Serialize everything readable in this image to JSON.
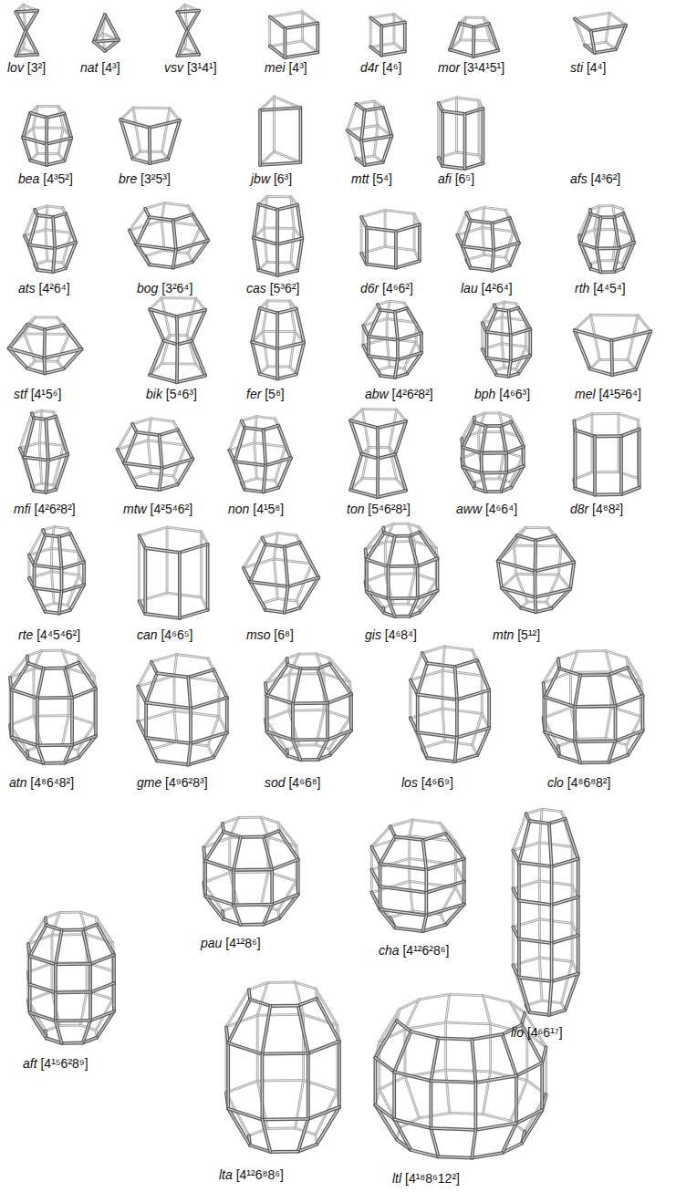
{
  "diagram": {
    "labels": [
      "lov [3²]",
      "nat [4³]",
      "vsv [3¹4¹]",
      "mei [4³]",
      "d4r [4⁶]",
      "mor [3¹4¹5¹]",
      "sti [4⁴]",
      "bea [4³5²]",
      "bre [3²5³]",
      "jbw [6³]",
      "mtt [5⁴]",
      "afi [6⁵]",
      "afs [4³6²]",
      "ats [4²6⁴]",
      "bog [3²6⁴]",
      "cas [5³6²]",
      "d6r [4⁶6²]",
      "lau [4²6⁴]",
      "rth [4⁴5⁴]",
      "stf [4¹5⁶]",
      "bik [5⁴6³]",
      "fer [5⁸]",
      "abw [4²6²8²]",
      "bph [4⁶6³]",
      "mel [4¹5²6⁴]",
      "mfi [4²6²8²]",
      "mtw [4²5⁴6²]",
      "non [4¹5⁸]",
      "ton [5⁴6²8¹]",
      "aww [4⁶6⁴]",
      "d8r [4⁸8²]",
      "rte [4⁴5⁴6²]",
      "can [4⁶6⁵]",
      "mso [6⁸]",
      "gis [4⁶8⁴]",
      "mtn [5¹²]",
      "atn [4⁸6⁴8²]",
      "gme [4⁹6²8³]",
      "sod [4⁶6⁸]",
      "los [4⁶6⁹]",
      "clo [4⁸6⁸8²]",
      "pau [4¹²8⁶]",
      "cha [4¹²6²8⁶]",
      "lio [4⁶6¹⁷]",
      "aft [4¹⁵6²8⁹]",
      "lta [4¹²6⁸8⁶]",
      "ltl [4¹⁸8⁶12²]"
    ]
  }
}
